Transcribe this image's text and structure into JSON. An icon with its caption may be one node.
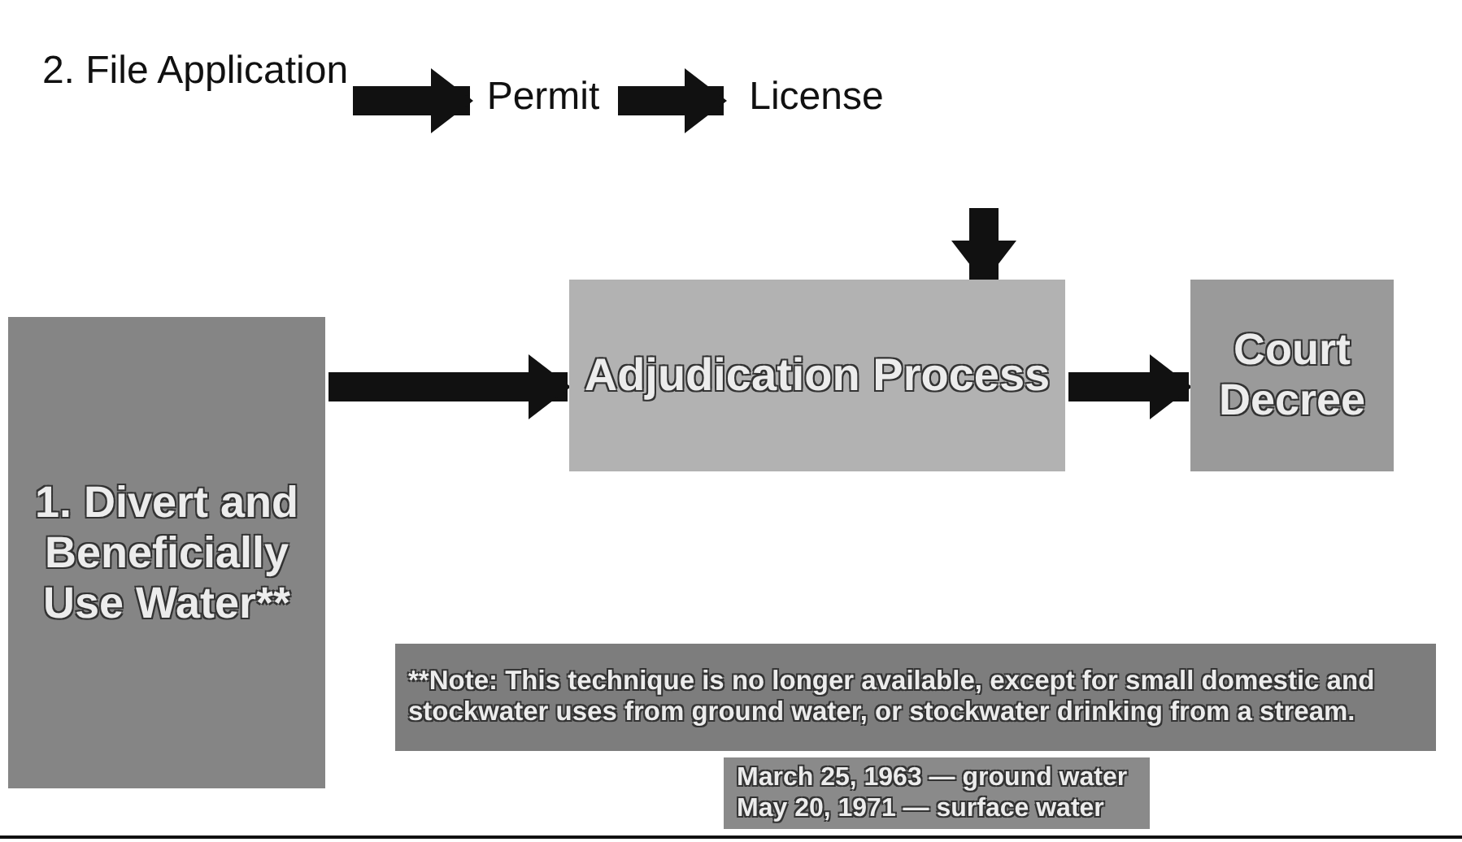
{
  "diagram": {
    "nodes": [
      {
        "text": [
          "2. File Application"
        ]
      },
      {
        "text": [
          "Permit"
        ]
      },
      {
        "text": [
          "License"
        ]
      },
      {
        "text": [
          "1. Divert and Beneficially Use Water**"
        ]
      },
      {
        "text": [
          "Adjudication Process"
        ]
      },
      {
        "text": [
          "Court Decree"
        ]
      },
      {
        "text": [
          "**Note: This technique is no longer available, except for small domestic and stockwater uses from ground water, or stockwater drinking from a stream."
        ]
      },
      {
        "text": [
          "March 25, 1963 — ground water",
          "May 20, 1971 — surface water"
        ]
      }
    ],
    "edges": [
      {
        "from": 0,
        "to": 1,
        "arrow": "to"
      },
      {
        "from": 1,
        "to": 2,
        "arrow": "to"
      },
      {
        "from": null,
        "to": 4,
        "arrow": "to"
      },
      {
        "from": 3,
        "to": 4,
        "arrow": "to"
      },
      {
        "from": 4,
        "to": 5,
        "arrow": "to"
      }
    ]
  }
}
